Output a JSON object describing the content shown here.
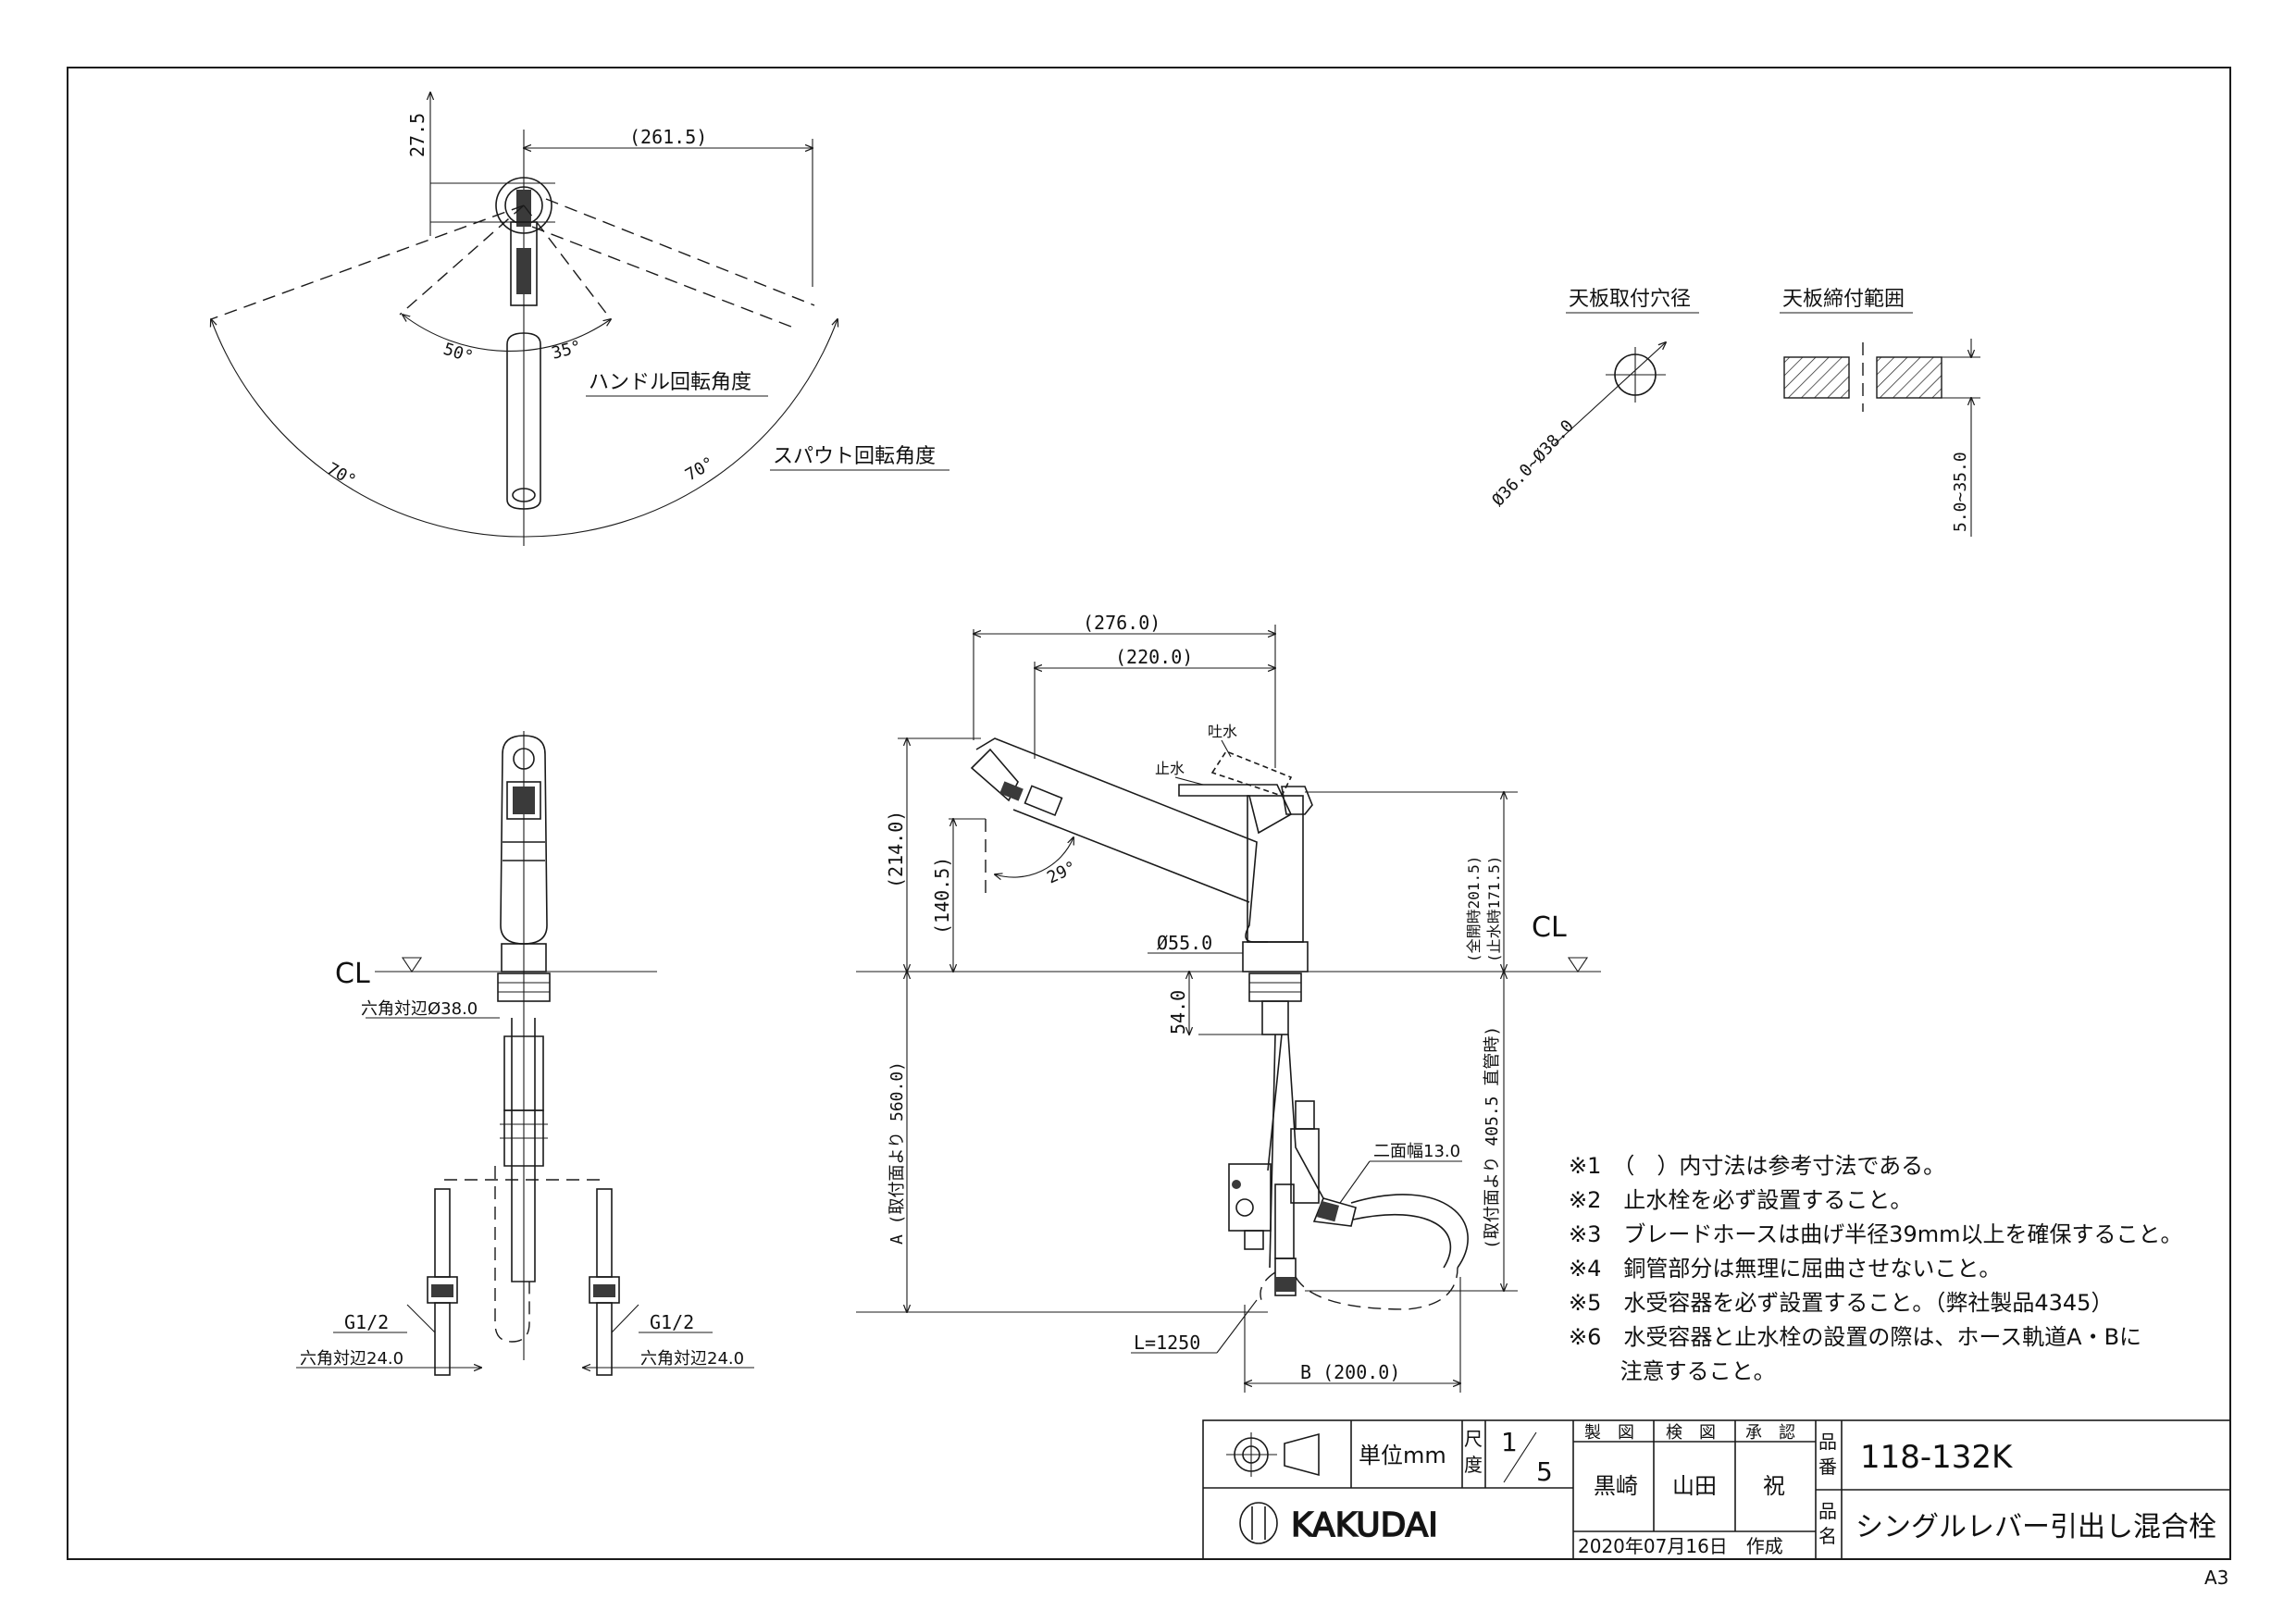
{
  "dimensions": {
    "top_handle_offset": "27.5",
    "top_spout_reach": "(261.5)",
    "handle_angle_left": "50°",
    "handle_angle_right": "35°",
    "spout_angle_left": "70°",
    "spout_angle_right": "70°",
    "side_reach_total": "(276.0)",
    "side_reach_spout": "(220.0)",
    "side_height": "(214.0)",
    "side_outlet_height": "(140.5)",
    "pull_angle": "29°",
    "base_diameter": "Ø55.0",
    "below_counter": "54.0",
    "dim_a": "A (取付面より 560.0)",
    "dim_lever_open": "(全開時201.5)",
    "dim_lever_closed": "(止水時171.5)",
    "dim_hose": "(取付面より 405.5 直管時)",
    "width_across_flats_13": "二面幅13.0",
    "hose_length": "L=1250",
    "dim_b": "B (200.0)",
    "hex_38": "六角対辺Ø38.0",
    "thread_left": "G1/2",
    "thread_right": "G1/2",
    "hex_24_left": "六角対辺24.0",
    "hex_24_right": "六角対辺24.0",
    "hole_diameter": "Ø36.0~Ø38.0",
    "clamp_range": "5.0~35.0"
  },
  "labels": {
    "handle_rotation": "ハンドル回転角度",
    "spout_rotation": "スパウト回転角度",
    "hole_title": "天板取付穴径",
    "clamp_title": "天板締付範囲",
    "stop_water": "止水",
    "discharge": "吐水",
    "cl_left": "CL",
    "cl_right": "CL"
  },
  "notes": [
    "※1　（　）内寸法は参考寸法である。",
    "※2　止水栓を必ず設置すること。",
    "※3　ブレードホースは曲げ半径39mm以上を確保すること。",
    "※4　銅管部分は無理に屈曲させないこと。",
    "※5　水受容器を必ず設置すること。（弊社製品4345）",
    "※6　水受容器と止水栓の設置の際は、ホース軌道A・Bに",
    "　　 注意すること。"
  ],
  "title_block": {
    "unit_label": "単位mm",
    "scale_label_1": "尺",
    "scale_label_2": "度",
    "scale_num": "1",
    "scale_den": "5",
    "made_label": "製　図",
    "check_label": "検　図",
    "approve_label": "承　認",
    "made_by": "黒崎",
    "checked_by": "山田",
    "approved_by": "祝",
    "date": "2020年07月16日　作成",
    "part_no_label_1": "品",
    "part_no_label_2": "番",
    "part_name_label_1": "品",
    "part_name_label_2": "名",
    "part_no": "118-132K",
    "part_name": "シングルレバー引出し混合栓",
    "logo": "KAKUDAI",
    "sheet": "A3"
  }
}
